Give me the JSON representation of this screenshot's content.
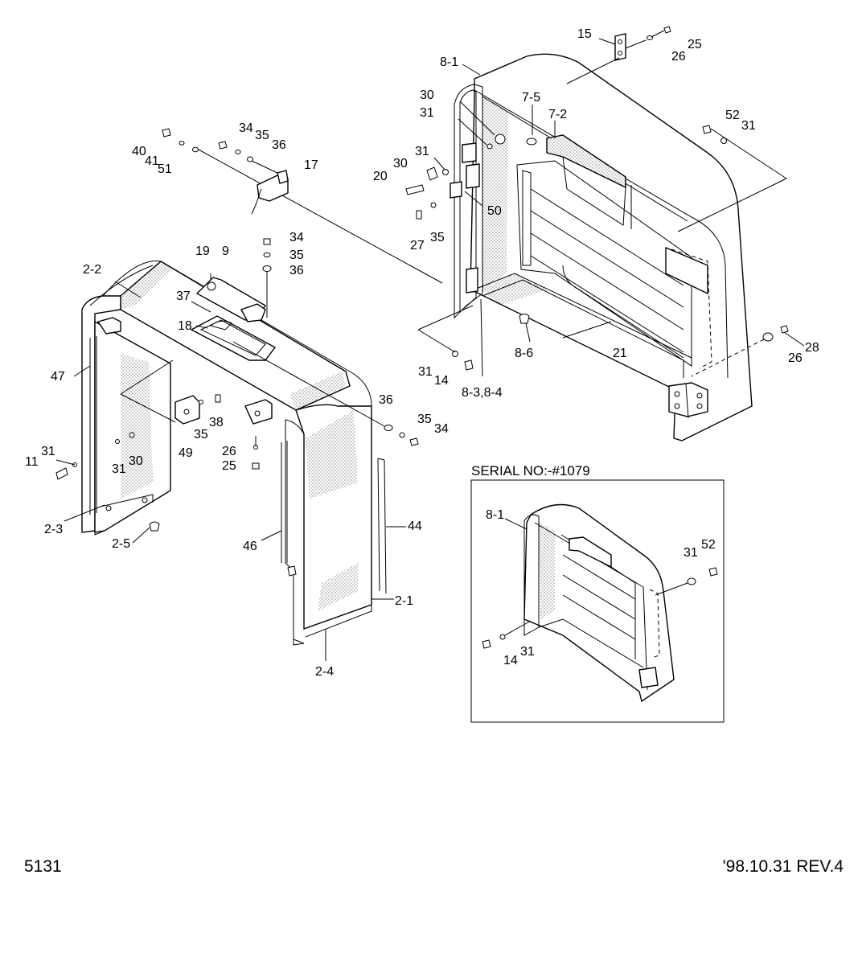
{
  "footer": {
    "page_number": "5131",
    "revision": "'98.10.31  REV.4"
  },
  "inset": {
    "title": "SERIAL NO:-#1079",
    "labels": [
      "8-1",
      "31",
      "52",
      "14",
      "31"
    ]
  },
  "labels": [
    "15",
    "25",
    "26",
    "8-1",
    "7-5",
    "7-2",
    "30",
    "31",
    "52",
    "31",
    "34",
    "35",
    "36",
    "40",
    "41",
    "51",
    "17",
    "31",
    "30",
    "20",
    "50",
    "27",
    "35",
    "34",
    "35",
    "36",
    "19",
    "9",
    "2-2",
    "37",
    "18",
    "28",
    "26",
    "8-6",
    "21",
    "31",
    "14",
    "8-3,8-4",
    "47",
    "36",
    "35",
    "34",
    "38",
    "35",
    "49",
    "26",
    "25",
    "31",
    "11",
    "31",
    "30",
    "2-3",
    "2-5",
    "44",
    "46",
    "2-1",
    "2-4"
  ]
}
